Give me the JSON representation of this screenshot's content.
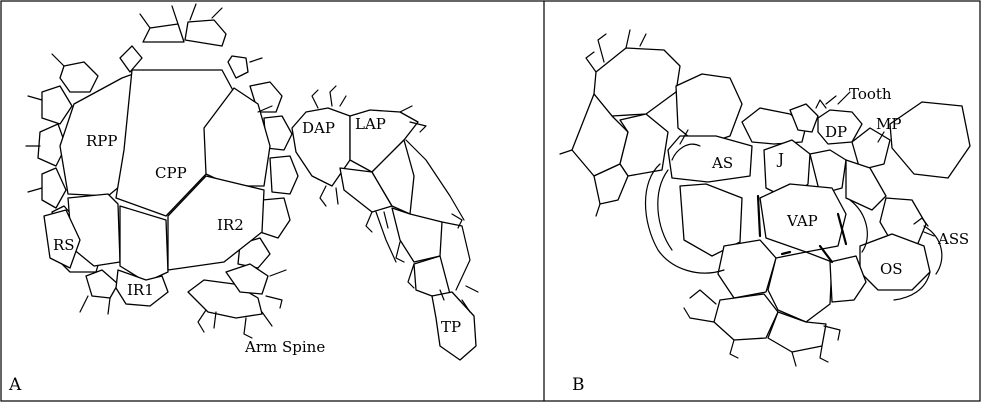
{
  "panels": [
    {
      "letter": "A",
      "labels": {
        "rpp": "RPP",
        "cpp": "CPP",
        "ir2": "IR2",
        "rs": "RS",
        "ir1": "IR1",
        "dap": "DAP",
        "lap": "LAP",
        "tp": "TP",
        "arm_spine": "Arm Spine"
      }
    },
    {
      "letter": "B",
      "labels": {
        "tooth": "Tooth",
        "dp": "DP",
        "mp": "MP",
        "as": "AS",
        "j": "J",
        "vap": "VAP",
        "ass": "ASS",
        "os": "OS"
      }
    }
  ],
  "colors": {
    "line": "#000000",
    "background": "#ffffff"
  }
}
